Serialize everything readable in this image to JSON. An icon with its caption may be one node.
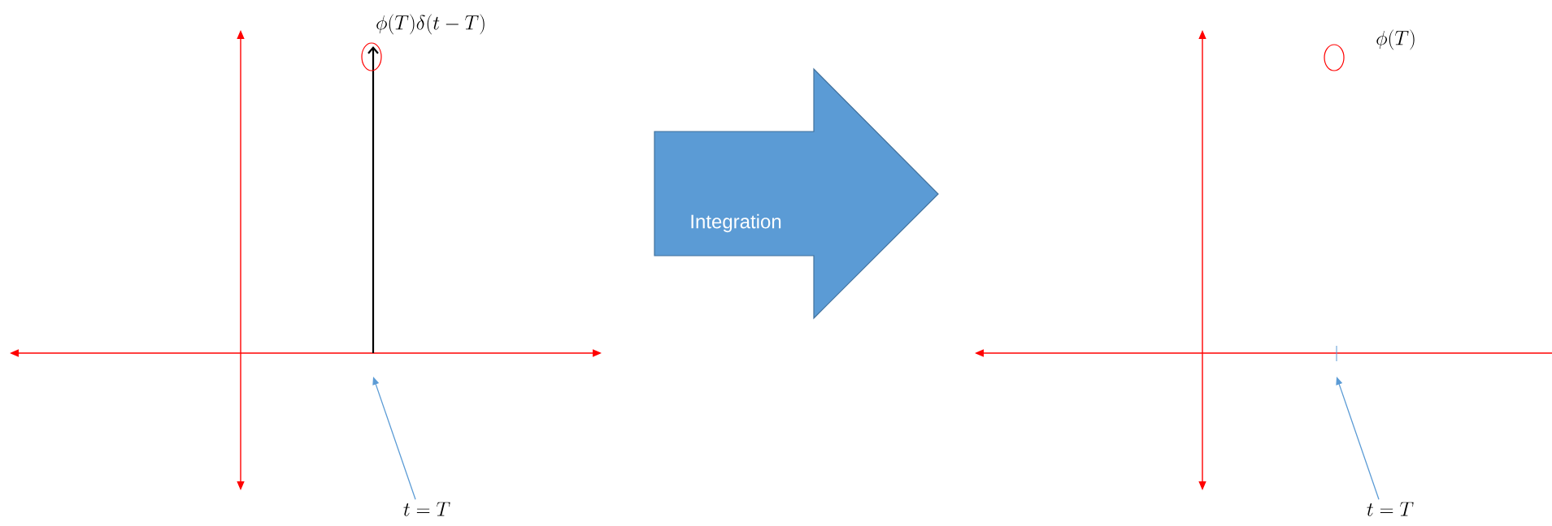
{
  "diagram": {
    "nodes": [
      {
        "text": [
          "Integration"
        ]
      },
      {
        "text": [
          "t = T"
        ]
      },
      {
        "text": [
          "t = T"
        ]
      }
    ],
    "edges": [
      {
        "from": 1,
        "to": null,
        "arrow": "to"
      },
      {
        "from": 2,
        "to": null,
        "arrow": "to"
      }
    ],
    "labels": [
      "\\phi(T)\\delta(t-T)",
      "\\phi(T)"
    ]
  }
}
